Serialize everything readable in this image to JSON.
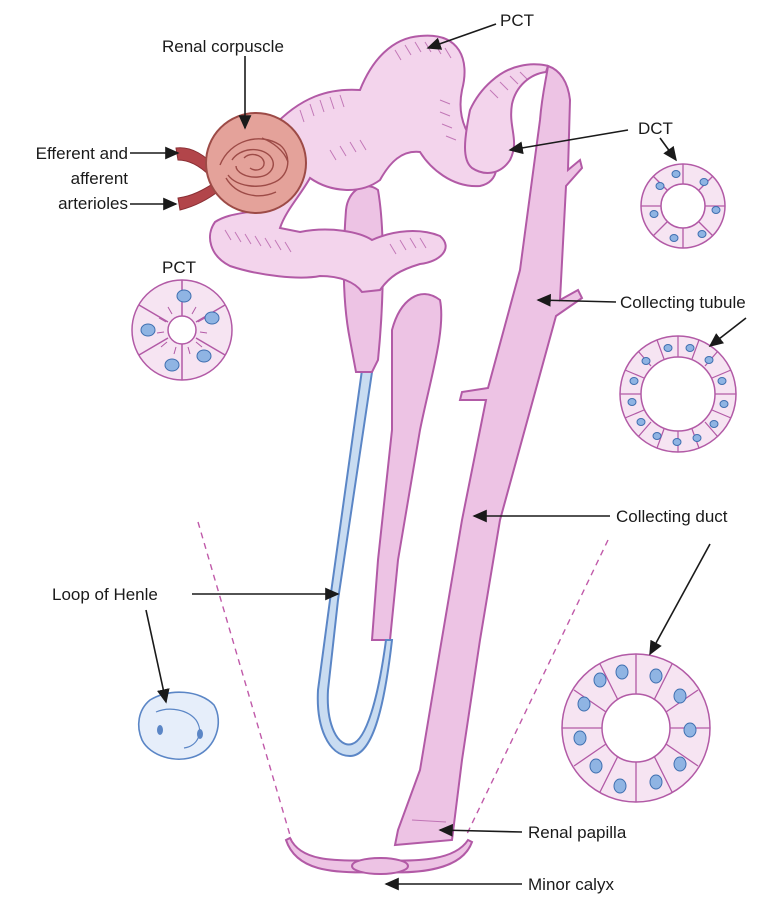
{
  "labels": {
    "renal_corpuscle": "Renal corpuscle",
    "pct_top": "PCT",
    "dct": "DCT",
    "arterioles_line1": "Efferent and",
    "arterioles_line2": "afferent",
    "arterioles_line3": "arterioles",
    "pct_section": "PCT",
    "collecting_tubule": "Collecting tubule",
    "collecting_duct": "Collecting duct",
    "loop_of_henle": "Loop of Henle",
    "renal_papilla": "Renal papilla",
    "minor_calyx": "Minor calyx"
  },
  "colors": {
    "tubule_fill": "#edc3e4",
    "tubule_stroke": "#b25aa6",
    "corpuscle_fill": "#e4a29a",
    "arteriole": "#b2454a",
    "thin_limb": "#8fb4e3",
    "nucleus": "#8fb4e3"
  }
}
